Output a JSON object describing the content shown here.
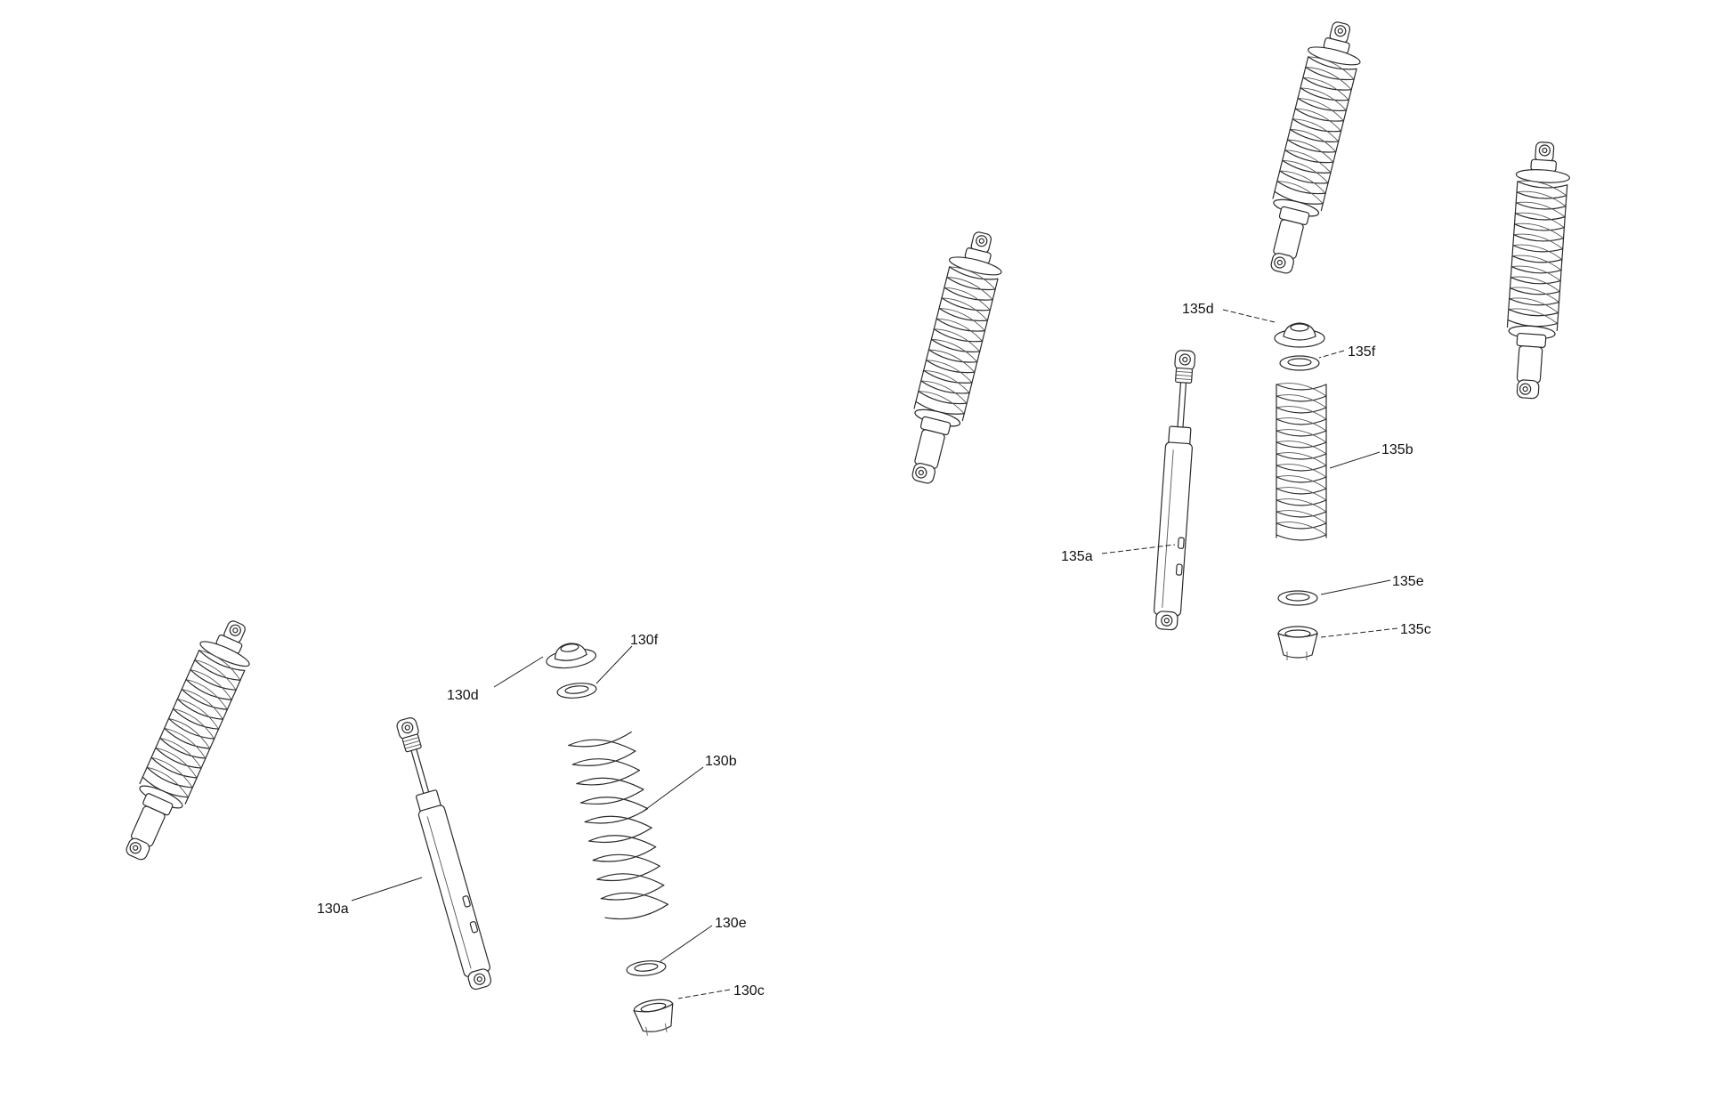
{
  "labels": {
    "p130a": "130a",
    "p130b": "130b",
    "p130c": "130c",
    "p130d": "130d",
    "p130e": "130e",
    "p130f": "130f",
    "p135a": "135a",
    "p135b": "135b",
    "p135c": "135c",
    "p135d": "135d",
    "p135e": "135e",
    "p135f": "135f"
  }
}
